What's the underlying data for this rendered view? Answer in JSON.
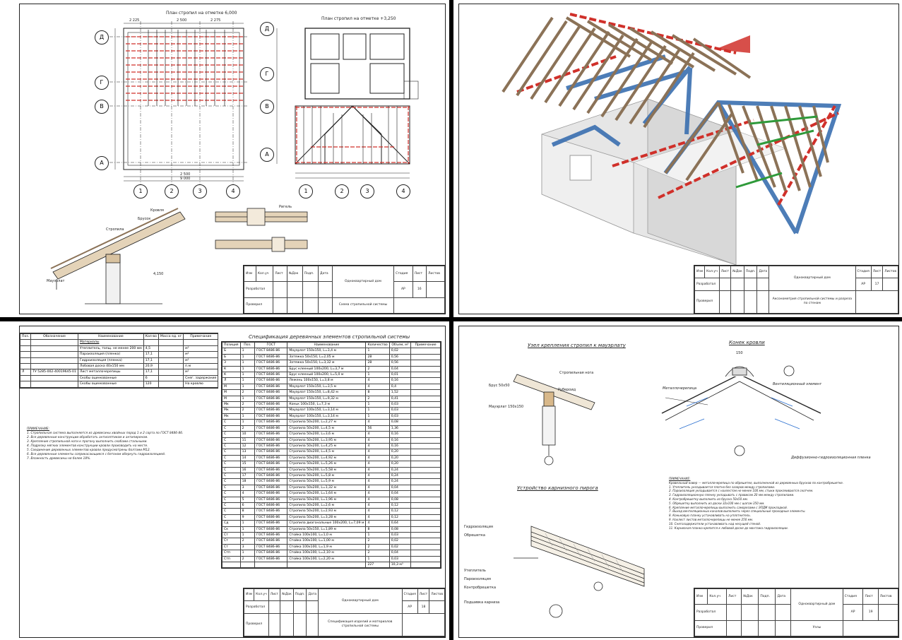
{
  "sheets": {
    "s1": {
      "plan1_title": "План стропил на отметке 6,000",
      "plan2_title": "План стропил на отметке +3,250",
      "axes_letters": [
        "Д",
        "Г",
        "В",
        "А"
      ],
      "axes_numbers": [
        "1",
        "2",
        "3",
        "4"
      ],
      "dims_top": [
        "2 225",
        "2 500",
        "2 275"
      ],
      "dims_bottom": [
        "2 500",
        "9 000"
      ],
      "section_level": "4,150",
      "callouts": [
        "Кровля",
        "Брусок",
        "Стропила",
        "Мауэрлат",
        "Ригель"
      ],
      "tb_title": "Одноквартирный дом",
      "tb_sheet_name": "Схема стропильной системы",
      "tb_stage": "АР",
      "tb_sheet": "16"
    },
    "s2": {
      "tb_title": "Одноквартирный дом",
      "tb_sheet_name": "Аксонометрия стропильной системы и разреза по стенам",
      "tb_stage": "АР",
      "tb_sheet": "17"
    },
    "s3": {
      "mat_headers": [
        "Поз.",
        "Обозначение",
        "Наименование",
        "Кол-во",
        "Масса ед. кг",
        "Примечание"
      ],
      "mat_subhead": "Материалы",
      "mat_rows": [
        [
          "",
          "",
          "Утеплитель, толщ. не менее 200 мм",
          "4,5",
          "",
          "м³"
        ],
        [
          "",
          "",
          "Пароизоляция (пленка)",
          "17,1",
          "",
          "м²"
        ],
        [
          "",
          "",
          "Гидроизоляция (пленка)",
          "17,1",
          "",
          "м²"
        ],
        [
          "",
          "",
          "Лобовая доска 40х150 мм",
          "20,9",
          "",
          "п.м"
        ],
        [
          "Л",
          "ТУ 5285-002-40019645-01",
          "Лист металлочерепицы",
          "17,1",
          "",
          "м²"
        ],
        [
          "",
          "",
          "Скобы оцинкованные",
          "6",
          "",
          "Снег. задержание"
        ],
        [
          "",
          "",
          "Скобы оцинкованные",
          "120",
          "",
          "На кровлю"
        ]
      ],
      "notes_title": "ПРИМЕЧАНИЕ:",
      "notes": [
        "1. Стропильная система выполняется из древесины хвойных пород 1 и 2 сорта по ГОСТ 8486-86.",
        "2. Все деревянные конструкции обработать антисептиком и антипиреном.",
        "3. Крепление стропильной ноги к прогону выполнить скобами стальными.",
        "4. Подрезку мягких элементов конструкции кровли производить на месте.",
        "5. Соединение деревянных элементов кровли предусмотрены болтами М12.",
        "6. Все деревянные элементы соприкасающиеся с бетоном обернуть гидроизоляцией.",
        "7. Влажность древесины не более 18%."
      ],
      "spec_title": "Спецификация деревянных элементов стропильной системы",
      "spec_headers": [
        "Позиция",
        "Поз.",
        "ГОСТ",
        "Наименование",
        "Количество",
        "Объем, м³",
        "Примечание"
      ],
      "spec_rows": [
        [
          "Б",
          "1",
          "ГОСТ 8486-86",
          "Мауэрлат 150х150, L=3,4 м",
          "1",
          "0,02"
        ],
        [
          "Б",
          "1",
          "ГОСТ 8486-86",
          "Затяжка 50х150, L=2,05 м",
          "28",
          "0,56"
        ],
        [
          "З",
          "1",
          "ГОСТ 8486-86",
          "Затяжка 50х150, L=3,32 м",
          "28",
          "0,56"
        ],
        [
          "К",
          "1",
          "ГОСТ 8486-86",
          "Брус клееный 100х200, L=3,7 м",
          "2",
          "0,04"
        ],
        [
          "К",
          "1",
          "ГОСТ 8486-86",
          "Брус клееный 100х200, L=5,0 м",
          "1",
          "0,01"
        ],
        [
          "Л",
          "1",
          "ГОСТ 8486-86",
          "Лежень 100х150, L=3,8 м",
          "4",
          "0,16"
        ],
        [
          "М",
          "1",
          "ГОСТ 8486-86",
          "Мауэрлат 150х150, L=3,5 м",
          "4",
          "0,4"
        ],
        [
          "М",
          "2",
          "ГОСТ 8486-86",
          "Мауэрлат 150х150, L=8,42 м",
          "8",
          "1,52"
        ],
        [
          "М",
          "1",
          "ГОСТ 8486-86",
          "Мауэрлат 150х150, L=9,32 м",
          "2",
          "0,41"
        ],
        [
          "Мк",
          "2",
          "ГОСТ 8486-86",
          "Коньк 100х150, L=7,3 м",
          "1",
          "0,03"
        ],
        [
          "Мк",
          "2",
          "ГОСТ 8486-86",
          "Мауэрлат 100х150, L=3,14 м",
          "1",
          "0,03"
        ],
        [
          "Мк",
          "1",
          "ГОСТ 8486-86",
          "Мауэрлат 100х150, L=3,14 м",
          "1",
          "0,03"
        ],
        [
          "С",
          "1",
          "ГОСТ 8486-86",
          "Стропила 50х200, L=2,27 м",
          "4",
          "0,08"
        ],
        [
          "С",
          "2",
          "ГОСТ 8486-86",
          "Стропила 50х200, L=4,5 м",
          "56",
          "1,36"
        ],
        [
          "С",
          "10",
          "ГОСТ 8486-86",
          "Стропила 50х200, L=3,6 м",
          "4",
          "0,16"
        ],
        [
          "С",
          "11",
          "ГОСТ 8486-86",
          "Стропила 50х200, L=3,95 м",
          "4",
          "0,16"
        ],
        [
          "С",
          "12",
          "ГОСТ 8486-86",
          "Стропила 50х200, L=4,25 м",
          "4",
          "0,16"
        ],
        [
          "С",
          "13",
          "ГОСТ 8486-86",
          "Стропила 50х200, L=4,5 м",
          "4",
          "0,20"
        ],
        [
          "С",
          "14",
          "ГОСТ 8486-86",
          "Стропила 50х200, L=4,92 м",
          "4",
          "0,20"
        ],
        [
          "С",
          "15",
          "ГОСТ 8486-86",
          "Стропила 50х200, L=5,26 м",
          "4",
          "0,20"
        ],
        [
          "С",
          "16",
          "ГОСТ 8486-86",
          "Стропила 50х200, L=5,58 м",
          "4",
          "0,24"
        ],
        [
          "С",
          "17",
          "ГОСТ 8486-86",
          "Стропила 50х200, L=5,8 м",
          "4",
          "0,24"
        ],
        [
          "С",
          "18",
          "ГОСТ 8486-86",
          "Стропила 50х200, L=5,9 м",
          "4",
          "0,24"
        ],
        [
          "С",
          "3",
          "ГОСТ 8486-86",
          "Стропила 50х200, L=1,32 м",
          "4",
          "0,04"
        ],
        [
          "С",
          "4",
          "ГОСТ 8486-86",
          "Стропила 50х200, L=1,64 м",
          "4",
          "0,04"
        ],
        [
          "С",
          "5",
          "ГОСТ 8486-86",
          "Стропила 50х200, L=1,96 м",
          "4",
          "0,08"
        ],
        [
          "С",
          "6",
          "ГОСТ 8486-86",
          "Стропила 50х200, L=2,6 м",
          "4",
          "0,12"
        ],
        [
          "С",
          "8",
          "ГОСТ 8486-86",
          "Стропила 50х200, L=2,93 м",
          "4",
          "0,12"
        ],
        [
          "С",
          "9",
          "ГОСТ 8486-86",
          "Стропила 50х200, L=3,28 м",
          "4",
          "0,12"
        ],
        [
          "Сд",
          "1",
          "ГОСТ 8486-86",
          "Стропила диагональные 100х200, L=7,09 м",
          "4",
          "0,64"
        ],
        [
          "Ск",
          "1",
          "ГОСТ 8486-86",
          "Стропила 50х150, L=1,89 м",
          "8",
          "0,08"
        ],
        [
          "Ст",
          "1",
          "ГОСТ 8486-86",
          "Стойка 100х100, L=1,0 м",
          "1",
          "0,03"
        ],
        [
          "Ст",
          "2",
          "ГОСТ 8486-86",
          "Стойка 100х100, L=1,00 м",
          "2",
          "0,02"
        ],
        [
          "Ст",
          "3",
          "ГОСТ 8486-86",
          "Стойка 100х100, L=1,9 м",
          "2",
          "0,02"
        ],
        [
          "Стп",
          "1",
          "ГОСТ 8486-86",
          "Стойка 100х100, L=2,10 м",
          "2",
          "0,04"
        ],
        [
          "Стп",
          "2",
          "ГОСТ 8486-86",
          "Стойка 100х100, L=2,20 м",
          "1",
          "0,03"
        ]
      ],
      "spec_total_qty": "227",
      "spec_total_vol": "10,3 м³",
      "tb_title": "Одноквартирный дом",
      "tb_sheet_name": "Спецификация изделий и материалов стропильной системы",
      "tb_stage": "АР",
      "tb_sheet": "18"
    },
    "s4": {
      "title1": "Узел крепления стропил к мауэрлату",
      "title2": "Конек кровли",
      "title3": "Устройство карнизного пирога",
      "lbl_ridge": "Вентиляционный элемент",
      "lbl_membrane": "Диффузионно-гидроизоляционная пленка",
      "lbl_left": "Металлочерепица",
      "detail_labels": [
        "Стропильная нога",
        "Мауэрлат 150х150",
        "Брус 50х50",
        "Рубероид",
        "Гидроизоляция",
        "Утеплитель",
        "Пароизоляция",
        "Контробрешетка",
        "Обрешетка",
        "Подшивка карниза"
      ],
      "dim_ridge": "150",
      "notes_title": "ПРИМЕЧАНИЕ:",
      "notes": [
        "Кровельный ковер — металлочерепица по обрешетке, выполненной из деревянных брусков по контробрешетке.",
        "1. Утеплитель укладывается плотно без зазоров между стропилами.",
        "2. Пароизоляция укладывается с нахлестом не менее 100 мм, стыки проклеиваются скотчем.",
        "3. Гидроизоляционную пленку укладывать с провисом 20 мм между стропилами.",
        "4. Контробрешетку выполнить из бруска 50х50 мм.",
        "5. Обрешетку выполнить из доски 32х100 мм с шагом 350 мм.",
        "6. Крепление металлочерепицы выполнить саморезами с ЭПДМ прокладкой.",
        "7. Выход вентиляционных каналов выполнить через специальные проходные элементы.",
        "8. Коньковую планку устанавливать на уплотнитель.",
        "9. Нахлест листов металлочерепицы не менее 250 мм.",
        "10. Снегозадержатели устанавливать над несущей стеной.",
        "11. Карнизная планка крепится к лобовой доске до монтажа гидроизоляции."
      ],
      "tb_title": "Одноквартирный дом",
      "tb_sheet_name": "Узлы",
      "tb_stage": "АР",
      "tb_sheet": "19"
    }
  },
  "tb_common": {
    "cols": [
      "Изм",
      "Кол.уч",
      "Лист",
      "№Док",
      "Подп.",
      "Дата"
    ],
    "role1": "Разработал",
    "role2": "Проверил",
    "hdr_stage": "Стадия",
    "hdr_sheet": "Лист",
    "hdr_sheets": "Листов"
  },
  "colors": {
    "rafter_red": "#d0302a",
    "beam_blue": "#3a6fb0",
    "brace_green": "#2f9a3a",
    "wood": "#8b7257",
    "wall_gray": "#d8d8d8"
  }
}
